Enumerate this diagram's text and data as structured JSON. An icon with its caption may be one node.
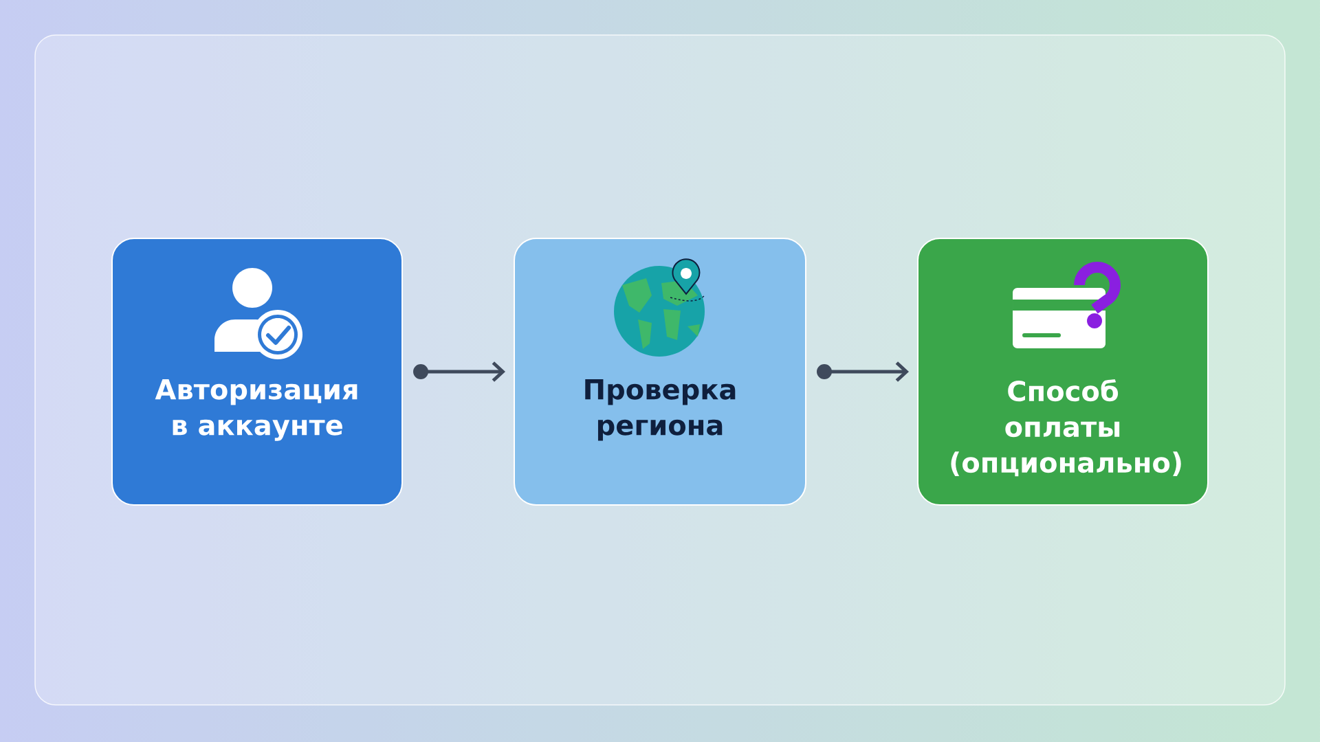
{
  "diagram": {
    "nodes": [
      {
        "text": [
          "Авторизация в аккаунте"
        ]
      },
      {
        "text": [
          "Проверка региона"
        ]
      },
      {
        "text": [
          "Способ оплаты (опционально)"
        ]
      }
    ],
    "edges": [
      {
        "from": 0,
        "to": 1,
        "arrow": "to"
      },
      {
        "from": 1,
        "to": 2,
        "arrow": "to"
      }
    ]
  }
}
